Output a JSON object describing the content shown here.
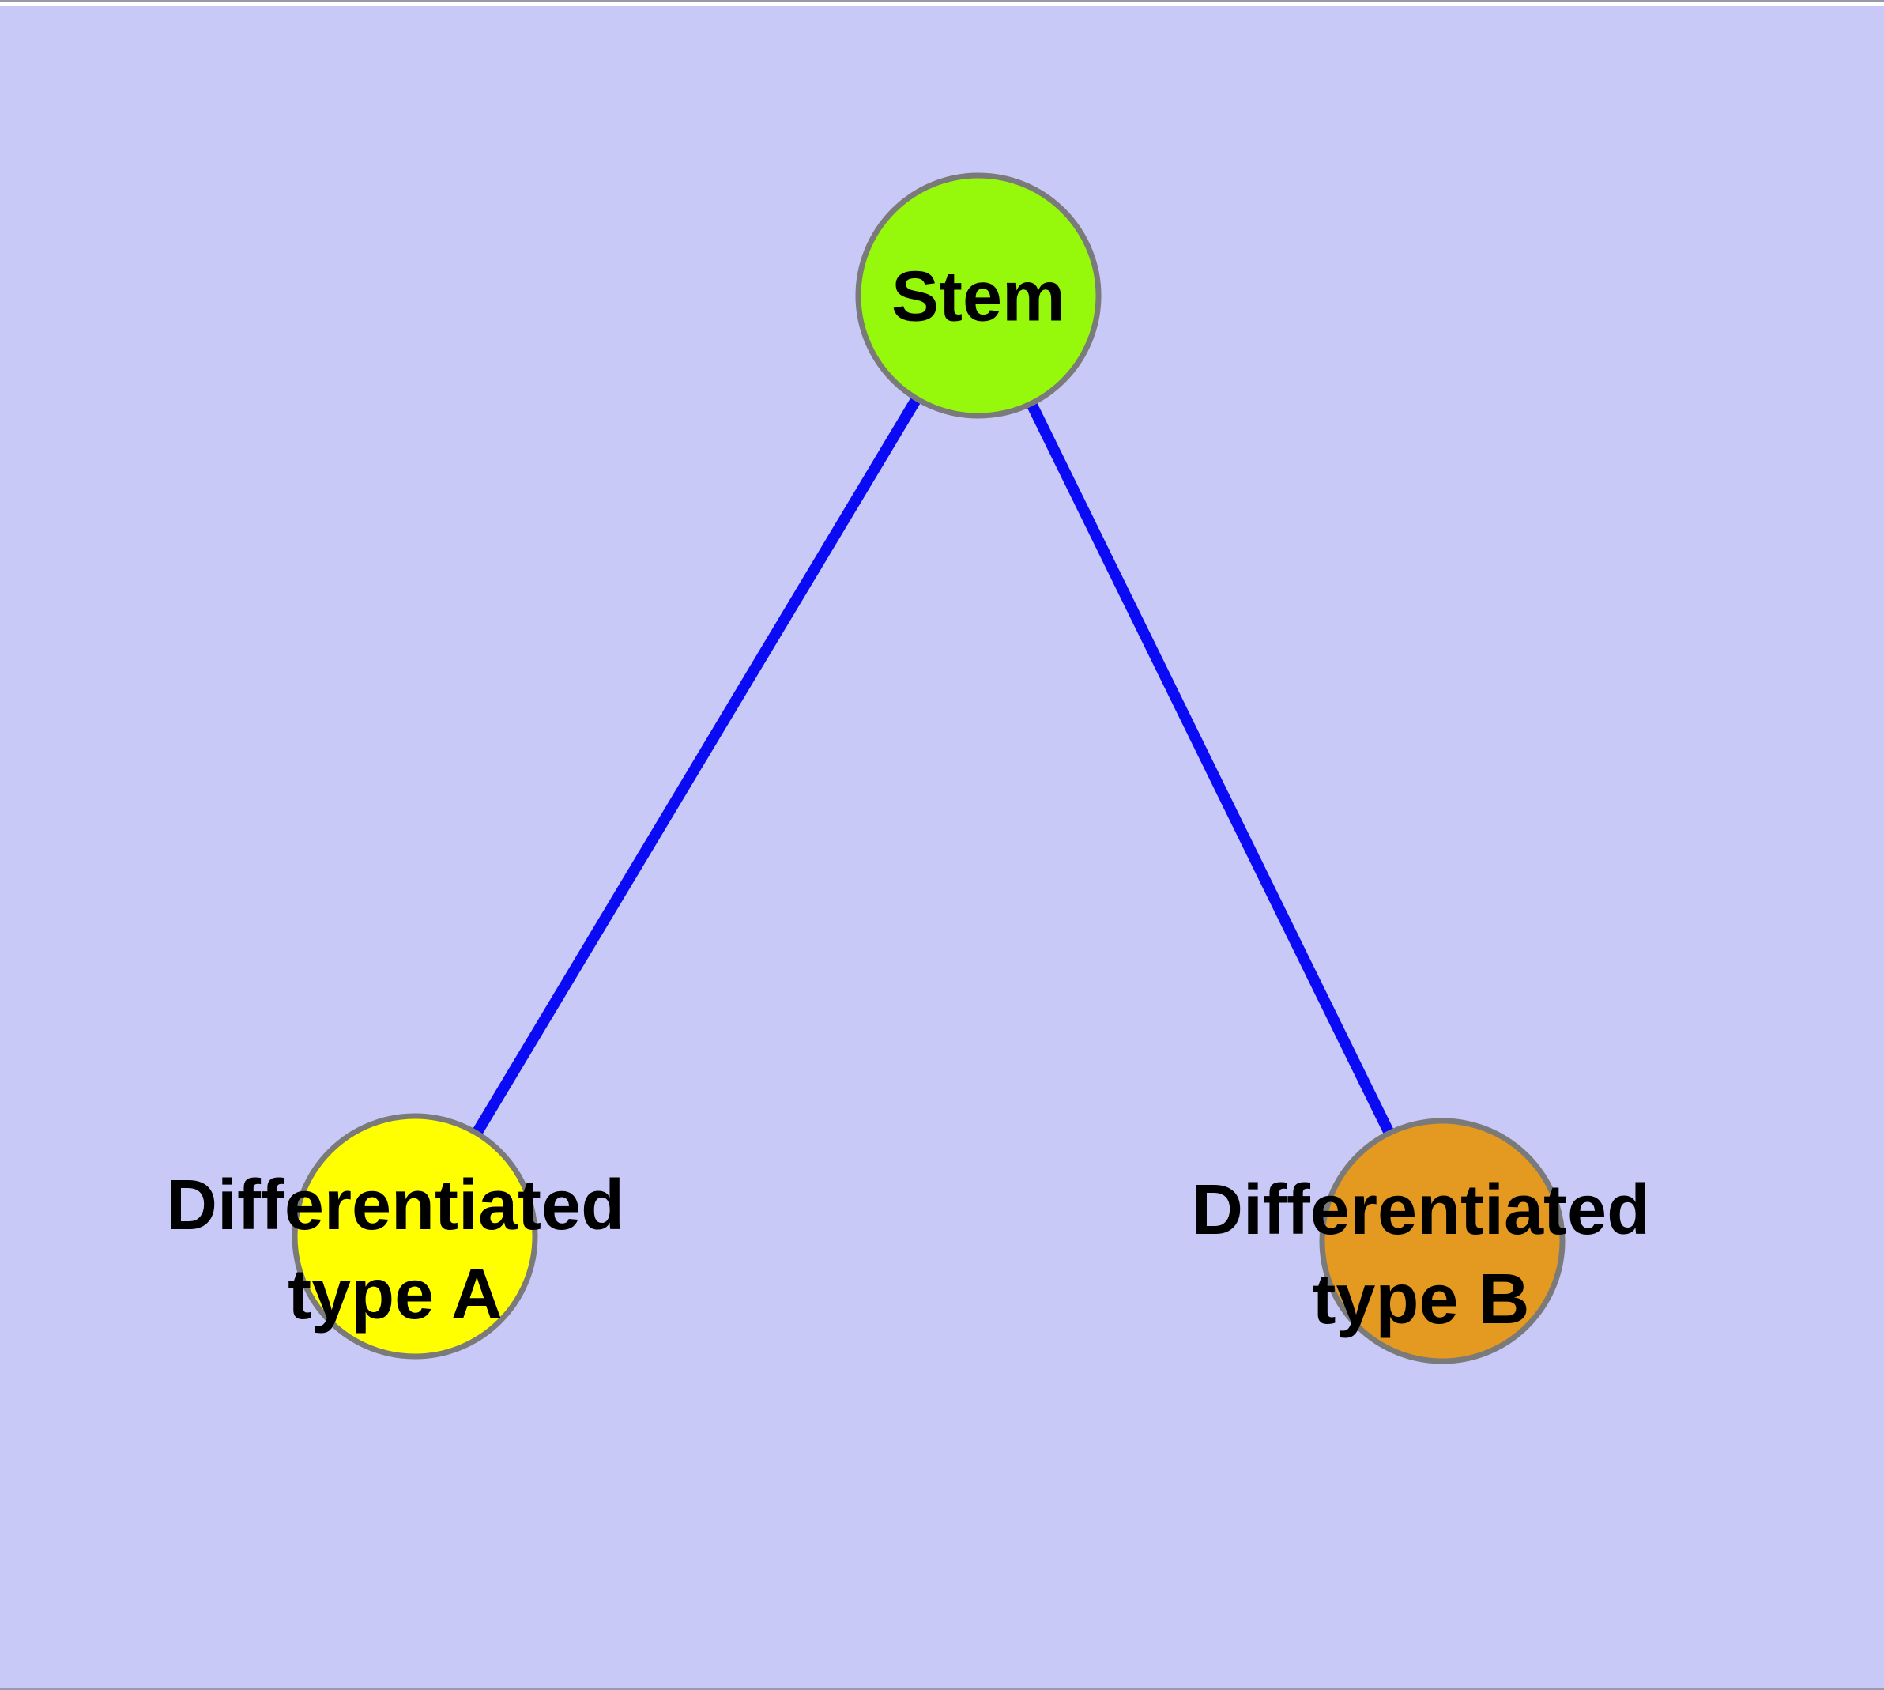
{
  "diagram": {
    "kind": "undirected-graph",
    "background_color": "#C9C9F7",
    "edge_color": "#0A0AF5",
    "node_border_color": "#7A7A7A",
    "label_color": "#000000",
    "nodes": [
      {
        "id": "stem",
        "label_lines": [
          "Stem"
        ],
        "color": "#96F80A"
      },
      {
        "id": "type-a",
        "label_lines": [
          "Differentiated",
          "type A"
        ],
        "color": "#FFFF00"
      },
      {
        "id": "type-b",
        "label_lines": [
          "Differentiated",
          "type B"
        ],
        "color": "#E49A20"
      }
    ],
    "edges": [
      {
        "from": "stem",
        "to": "type-a"
      },
      {
        "from": "stem",
        "to": "type-b"
      }
    ]
  }
}
